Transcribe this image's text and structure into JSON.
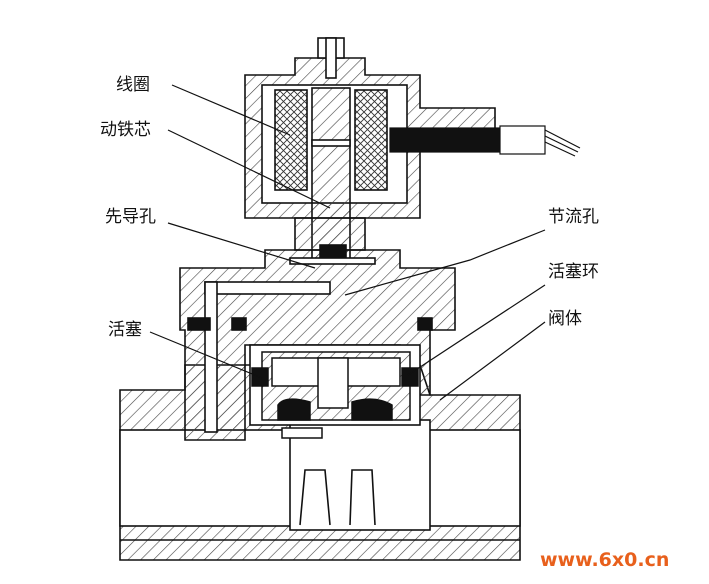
{
  "labels": {
    "coil": "线圈",
    "plunger": "动铁芯",
    "pilot_hole": "先导孔",
    "piston": "活塞",
    "throttle_hole": "节流孔",
    "piston_ring": "活塞环",
    "valve_body": "阀体"
  },
  "watermark": "www.6x0.cn",
  "colors": {
    "line": "#111111",
    "hatch": "#444444",
    "watermark": "#e8601c"
  }
}
